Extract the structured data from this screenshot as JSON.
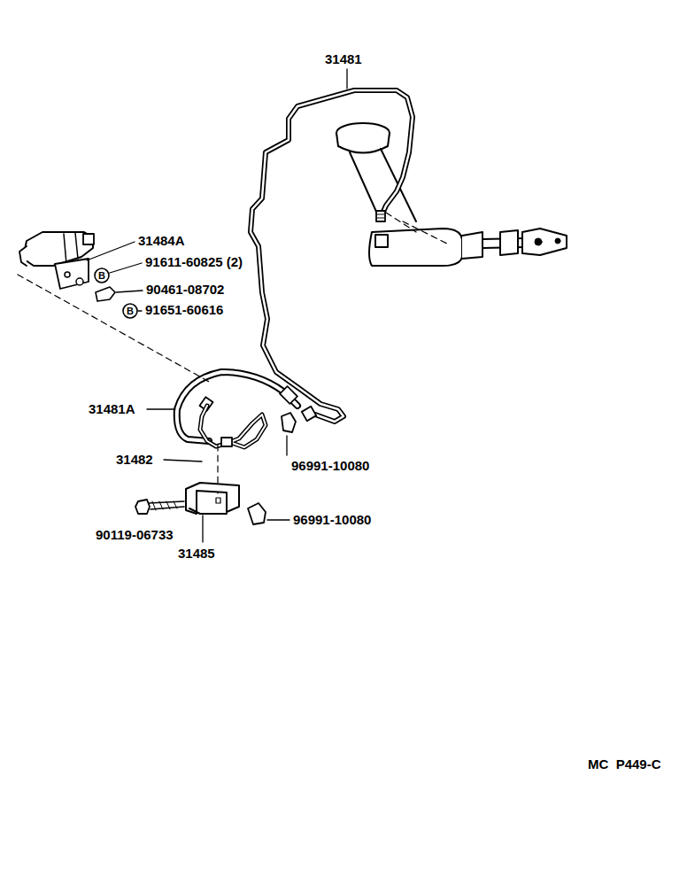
{
  "diagram": {
    "labels": [
      "31481",
      "31484A",
      "B",
      "91611-60825 (2)",
      "90461-08702",
      "B",
      "91651-60616",
      "31481A",
      "31482",
      "96991-10080",
      "96991-10080",
      "90119-06733",
      "31485",
      "MC  P449-C"
    ]
  }
}
